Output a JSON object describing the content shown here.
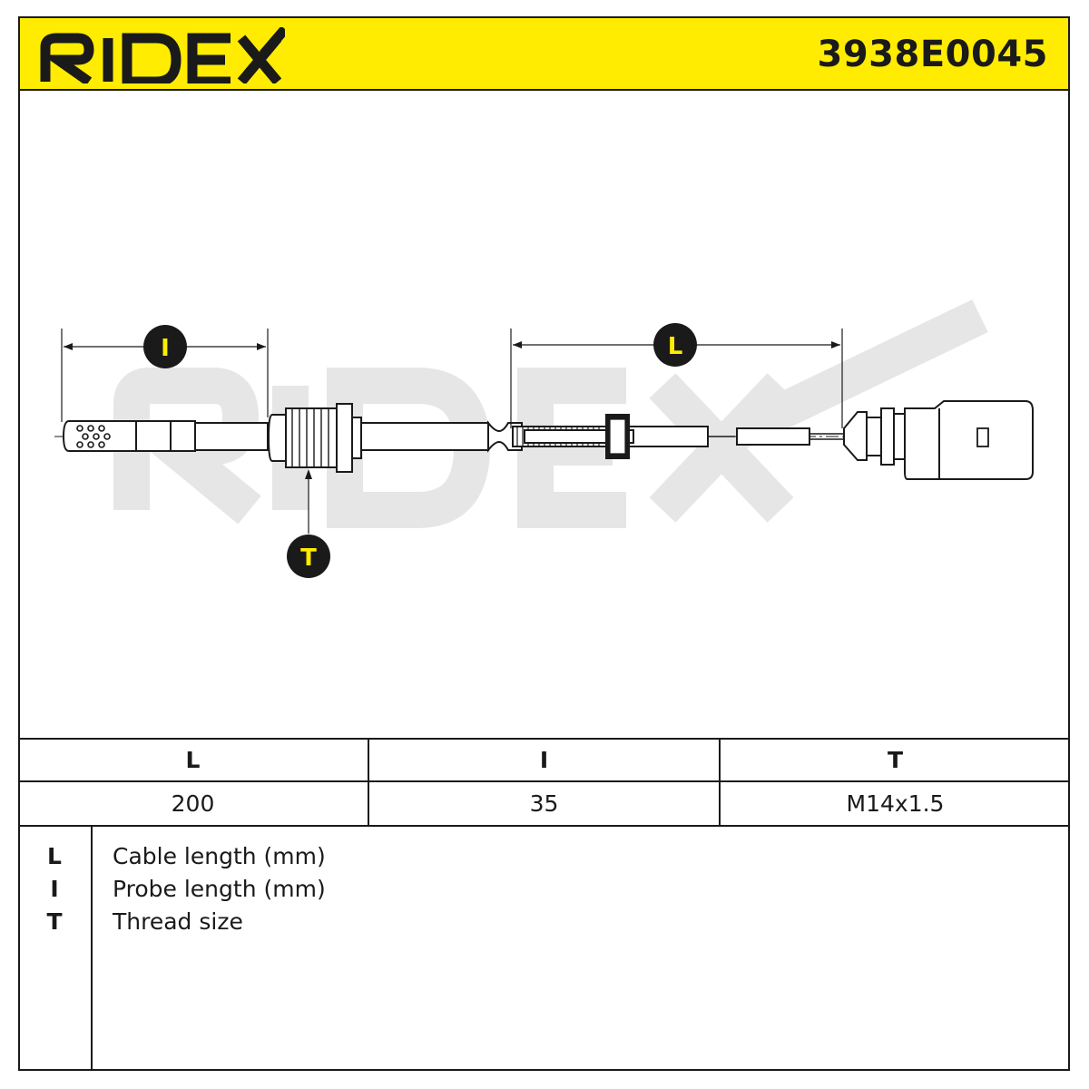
{
  "header": {
    "brand": "RIDEX",
    "part_number": "3938E0045"
  },
  "drawing": {
    "watermark": "RIDEX",
    "callouts": [
      "I",
      "L",
      "T"
    ]
  },
  "dimensions_table": {
    "headers": [
      "L",
      "I",
      "T"
    ],
    "values": [
      "200",
      "35",
      "M14x1.5"
    ]
  },
  "legend": {
    "items": [
      {
        "key": "L",
        "text": "Cable length (mm)"
      },
      {
        "key": "I",
        "text": "Probe length (mm)"
      },
      {
        "key": "T",
        "text": "Thread size"
      }
    ]
  },
  "colors": {
    "header_bg": "#ffec00",
    "line": "#1a1a1a",
    "callout_text": "#ffec00",
    "watermark": "#e6e6e6"
  }
}
